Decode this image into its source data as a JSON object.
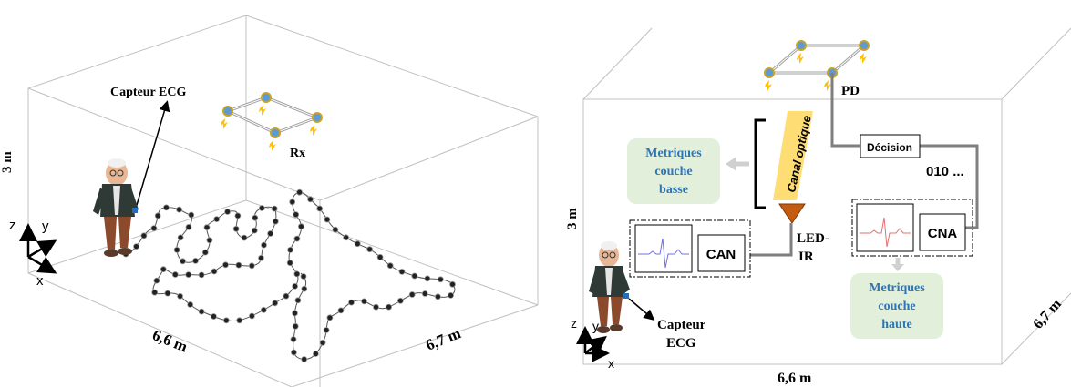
{
  "left_panel": {
    "height_label": "3 m",
    "width_label": "6,6 m",
    "depth_label": "6,7 m",
    "sensor_label": "Capteur ECG",
    "receiver_label": "Rx",
    "axes": {
      "x": "x",
      "y": "y",
      "z": "z"
    }
  },
  "right_panel": {
    "height_label": "3 m",
    "width_label": "6,6 m",
    "depth_label": "6,7 m",
    "photodiode_label": "PD",
    "decision_label": "Décision",
    "bits_label": "010 ...",
    "channel_label": "Canal optique",
    "low_layer_metrics": {
      "line1": "Metriques",
      "line2": "couche",
      "line3": "basse"
    },
    "high_layer_metrics": {
      "line1": "Metriques",
      "line2": "couche",
      "line3": "haute"
    },
    "adc_label": "CAN",
    "dac_label": "CNA",
    "led_label_line1": "LED-",
    "led_label_line2": "IR",
    "sensor_label_line1": "Capteur",
    "sensor_label_line2": "ECG",
    "axes": {
      "x": "x",
      "y": "y",
      "z": "z"
    }
  },
  "colors": {
    "metrics_text": "#2e75b6",
    "metrics_box": "#e2efda",
    "led": "#c55a11",
    "room_edge": "#bfbfbf",
    "wire": "#7f7f7f",
    "led_light": "#ffc000",
    "node_fill": "#5b9bd5",
    "ecg_adc_trace": "#7070e0",
    "ecg_dac_trace": "#e07070"
  }
}
